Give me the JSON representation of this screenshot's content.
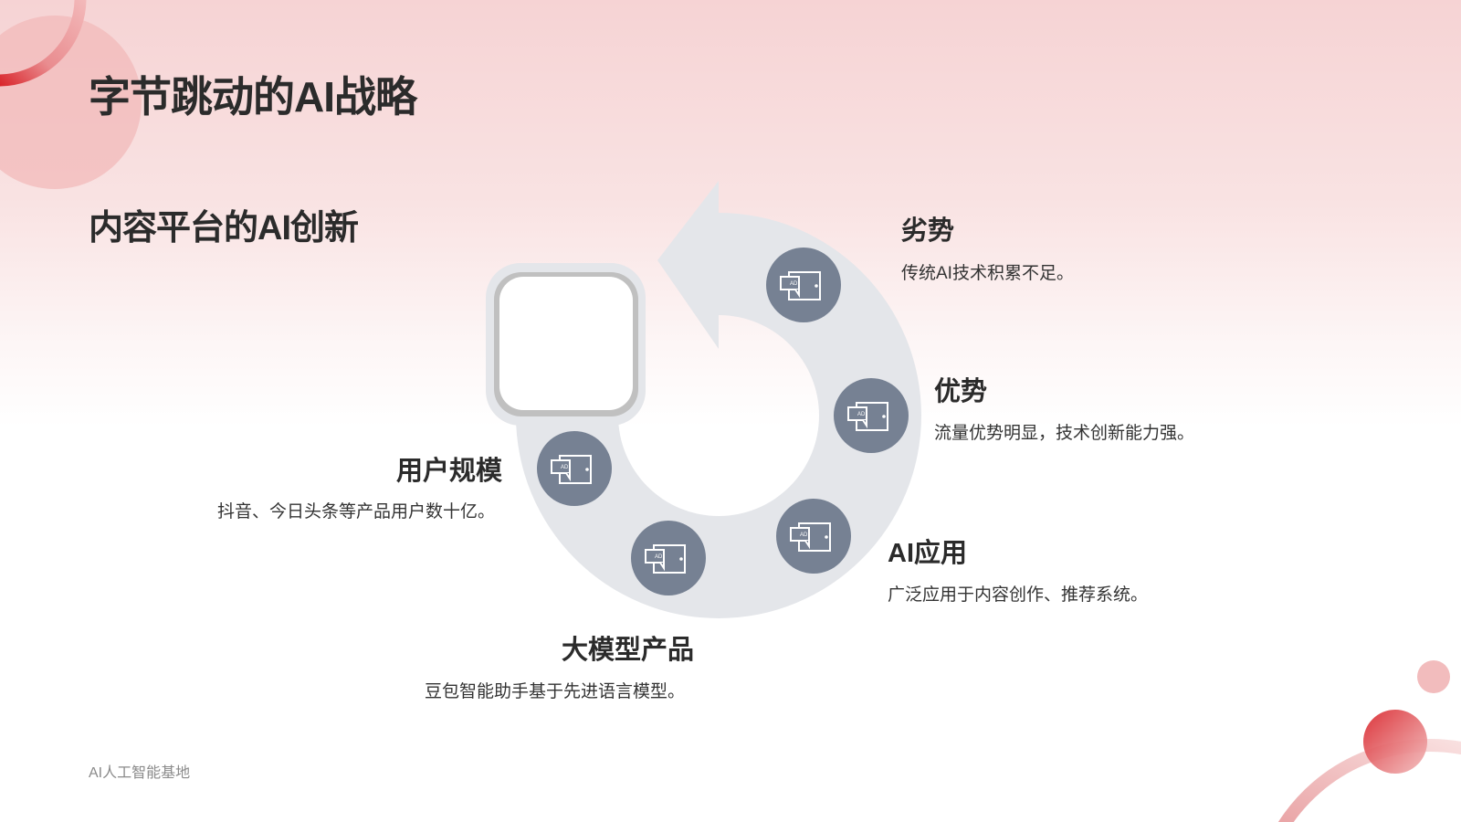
{
  "slide": {
    "title": "字节跳动的AI战略",
    "subtitle": "内容平台的AI创新",
    "footer": "AI人工智能基地"
  },
  "cycle_items": [
    {
      "heading": "劣势",
      "description": "传统AI技术积累不足。",
      "icon": "ad-tablet-icon"
    },
    {
      "heading": "优势",
      "description": "流量优势明显，技术创新能力强。",
      "icon": "ad-tablet-icon"
    },
    {
      "heading": "AI应用",
      "description": "广泛应用于内容创作、推荐系统。",
      "icon": "ad-tablet-icon"
    },
    {
      "heading": "大模型产品",
      "description": "豆包智能助手基于先进语言模型。",
      "icon": "ad-tablet-icon"
    },
    {
      "heading": "用户规模",
      "description": "抖音、今日头条等产品用户数十亿。",
      "icon": "ad-tablet-icon"
    }
  ],
  "colors": {
    "ring": "#e4e6ea",
    "icon_circle": "#768193",
    "accent_red": "#d9252b",
    "text_dark": "#2b2b2b"
  }
}
